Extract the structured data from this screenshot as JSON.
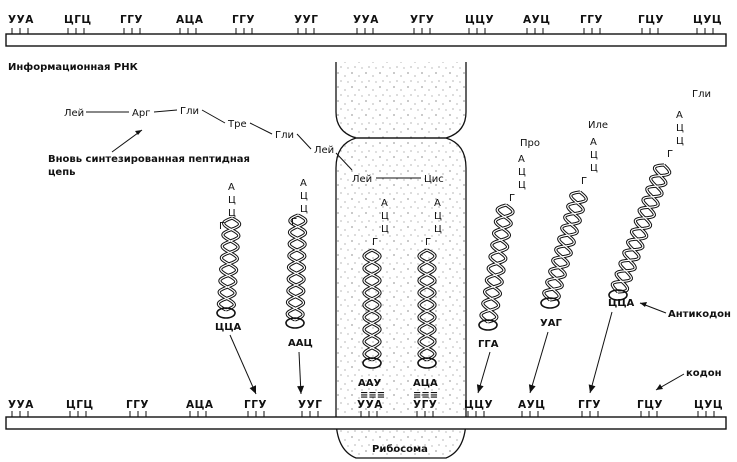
{
  "top_codons": [
    "УУА",
    "ЦГЦ",
    "ГГУ",
    "АЦА",
    "ГГУ",
    "УУГ",
    "УУА",
    "УГУ",
    "ЦЦУ",
    "АУЦ",
    "ГГУ",
    "ГЦУ",
    "ЦУЦ"
  ],
  "bottom_codons": [
    "УУА",
    "ЦГЦ",
    "ГГУ",
    "АЦА",
    "ГГУ",
    "УУГ",
    "УУА",
    "УГУ",
    "ЦЦУ",
    "АУЦ",
    "ГГУ",
    "ГЦУ",
    "ЦУЦ"
  ],
  "labels": {
    "mrna": "Информационная РНК",
    "peptide_line1": "Вновь синтезированная пептидная",
    "peptide_line2": "цепь",
    "ribosome": "Рибосома",
    "anticodon": "Антикодон",
    "codon": "кодон"
  },
  "peptide": [
    "Лей",
    "Арг",
    "Гли",
    "Тре",
    "Гли",
    "Лей"
  ],
  "ribosome_chain": [
    "Лей",
    "Цис"
  ],
  "trnas": [
    {
      "tail": [
        "Г",
        "Ц",
        "Ц",
        "А"
      ],
      "amino": "",
      "anticodon": "ЦЦА"
    },
    {
      "tail": [
        "Г",
        "Ц",
        "Ц",
        "А"
      ],
      "amino": "",
      "anticodon": "ААЦ"
    },
    {
      "tail": [
        "Г",
        "Ц",
        "Ц",
        "А"
      ],
      "amino": "",
      "anticodon": "ААУ"
    },
    {
      "tail": [
        "Г",
        "Ц",
        "Ц",
        "А"
      ],
      "amino": "",
      "anticodon": "АЦА"
    },
    {
      "tail": [
        "Г",
        "Ц",
        "Ц",
        "А"
      ],
      "amino": "Про",
      "anticodon": "ГГА"
    },
    {
      "tail": [
        "Г",
        "Ц",
        "Ц",
        "А"
      ],
      "amino": "Иле",
      "anticodon": "УАГ"
    },
    {
      "tail": [
        "Г",
        "Ц",
        "Ц",
        "А"
      ],
      "amino": "Гли",
      "anticodon": "ЦЦА"
    }
  ],
  "pairing_marks": [
    "≡≡≡",
    "≡≡≡"
  ]
}
